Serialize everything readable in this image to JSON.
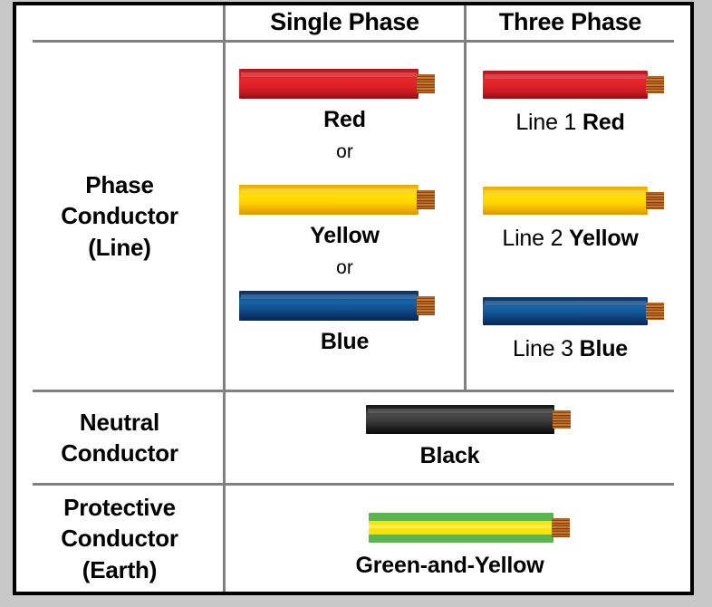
{
  "table": {
    "columns": [
      {
        "key": "row_header",
        "label": ""
      },
      {
        "key": "single_phase",
        "label": "Single Phase"
      },
      {
        "key": "three_phase",
        "label": "Three Phase"
      }
    ],
    "rows": [
      {
        "header": "Phase Conductor (Line)",
        "header_lines": [
          "Phase",
          "Conductor",
          "(Line)"
        ],
        "single_phase": {
          "items": [
            {
              "color_name": "Red",
              "prefix": "",
              "swatch": "#d21f26",
              "conductor": "copper"
            },
            {
              "color_name": "Yellow",
              "prefix": "",
              "swatch": "#ffd400",
              "conductor": "copper"
            },
            {
              "color_name": "Blue",
              "prefix": "",
              "swatch": "#12447f",
              "conductor": "copper"
            }
          ],
          "separator": "or"
        },
        "three_phase": {
          "items": [
            {
              "color_name": "Red",
              "prefix": "Line 1",
              "swatch": "#d21f26",
              "conductor": "copper"
            },
            {
              "color_name": "Yellow",
              "prefix": "Line 2",
              "swatch": "#ffd400",
              "conductor": "copper"
            },
            {
              "color_name": "Blue",
              "prefix": "Line 3",
              "swatch": "#12447f",
              "conductor": "copper"
            }
          ]
        }
      },
      {
        "header": "Neutral Conductor",
        "header_lines": [
          "Neutral",
          "Conductor"
        ],
        "spans_both_columns": true,
        "item": {
          "color_name": "Black",
          "prefix": "",
          "swatch": "#2b2b2b",
          "conductor": "copper"
        }
      },
      {
        "header": "Protective Conductor (Earth)",
        "header_lines": [
          "Protective",
          "Conductor",
          "(Earth)"
        ],
        "spans_both_columns": true,
        "item": {
          "color_name": "Green-and-Yellow",
          "prefix": "",
          "swatch": "#5cb450",
          "swatch_secondary": "#ffe400",
          "conductor": "copper"
        }
      }
    ]
  },
  "colors": {
    "frame": "#000000",
    "rule": "#808080",
    "page_background": "#c8c8c8",
    "cell_background": "#ffffff",
    "text": "#000000",
    "copper": "#b5651d"
  }
}
